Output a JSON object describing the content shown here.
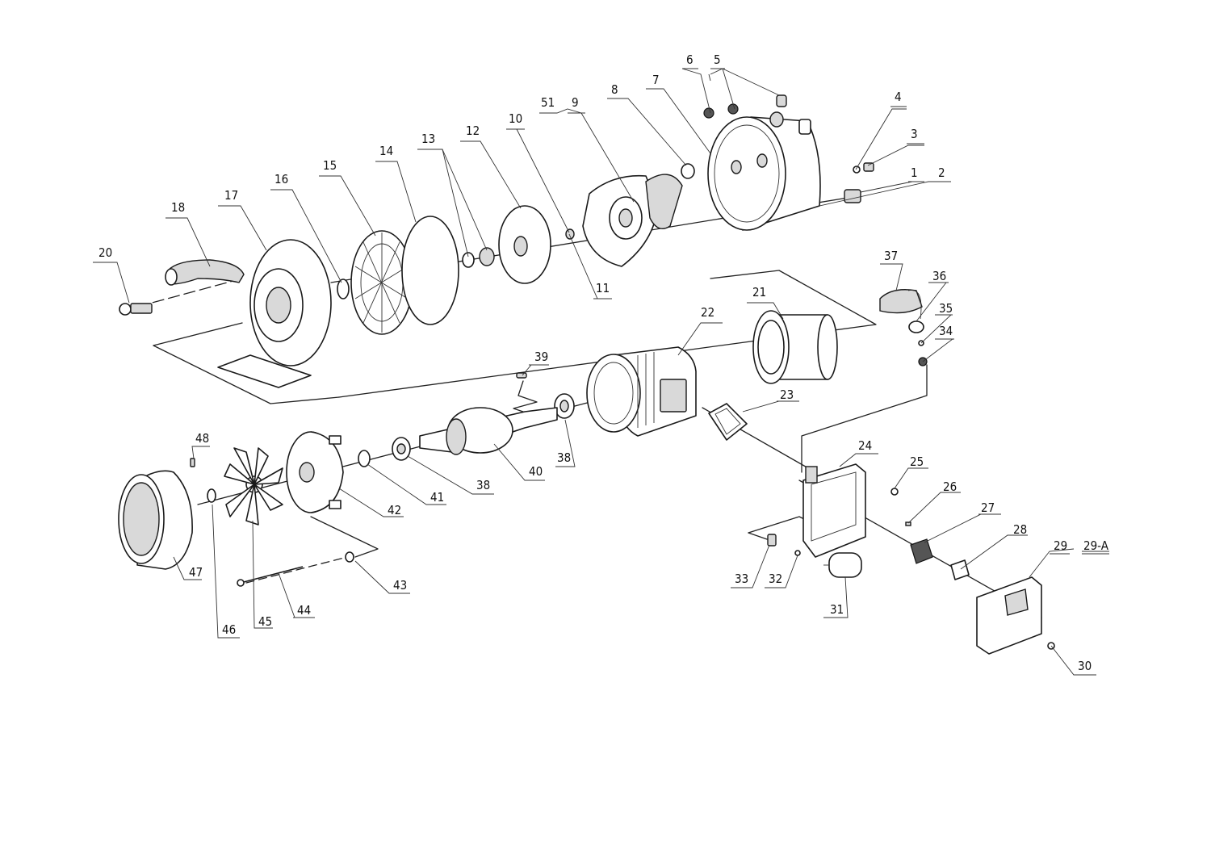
{
  "callouts": [
    {
      "id": "c1",
      "text": "1"
    },
    {
      "id": "c2",
      "text": "2"
    },
    {
      "id": "c3",
      "text": "3"
    },
    {
      "id": "c4",
      "text": "4"
    },
    {
      "id": "c5",
      "text": "5"
    },
    {
      "id": "c6",
      "text": "6"
    },
    {
      "id": "c7",
      "text": "7"
    },
    {
      "id": "c8",
      "text": "8"
    },
    {
      "id": "c9",
      "text": "9"
    },
    {
      "id": "c10",
      "text": "10"
    },
    {
      "id": "c11",
      "text": "11"
    },
    {
      "id": "c12",
      "text": "12"
    },
    {
      "id": "c13",
      "text": "13"
    },
    {
      "id": "c14",
      "text": "14"
    },
    {
      "id": "c15",
      "text": "15"
    },
    {
      "id": "c16",
      "text": "16"
    },
    {
      "id": "c17",
      "text": "17"
    },
    {
      "id": "c18",
      "text": "18"
    },
    {
      "id": "c20",
      "text": "20"
    },
    {
      "id": "c21",
      "text": "21"
    },
    {
      "id": "c22",
      "text": "22"
    },
    {
      "id": "c23",
      "text": "23"
    },
    {
      "id": "c24",
      "text": "24"
    },
    {
      "id": "c25",
      "text": "25"
    },
    {
      "id": "c26",
      "text": "26"
    },
    {
      "id": "c27",
      "text": "27"
    },
    {
      "id": "c28",
      "text": "28"
    },
    {
      "id": "c29",
      "text": "29"
    },
    {
      "id": "c29a",
      "text": "29-A"
    },
    {
      "id": "c30",
      "text": "30"
    },
    {
      "id": "c31",
      "text": "31"
    },
    {
      "id": "c32",
      "text": "32"
    },
    {
      "id": "c33",
      "text": "33"
    },
    {
      "id": "c34",
      "text": "34"
    },
    {
      "id": "c35",
      "text": "35"
    },
    {
      "id": "c36",
      "text": "36"
    },
    {
      "id": "c37",
      "text": "37"
    },
    {
      "id": "c38a",
      "text": "38"
    },
    {
      "id": "c38b",
      "text": "38"
    },
    {
      "id": "c39",
      "text": "39"
    },
    {
      "id": "c40",
      "text": "40"
    },
    {
      "id": "c41",
      "text": "41"
    },
    {
      "id": "c42",
      "text": "42"
    },
    {
      "id": "c43",
      "text": "43"
    },
    {
      "id": "c44",
      "text": "44"
    },
    {
      "id": "c45",
      "text": "45"
    },
    {
      "id": "c46",
      "text": "46"
    },
    {
      "id": "c47",
      "text": "47"
    },
    {
      "id": "c48",
      "text": "48"
    },
    {
      "id": "c51",
      "text": "51"
    }
  ]
}
